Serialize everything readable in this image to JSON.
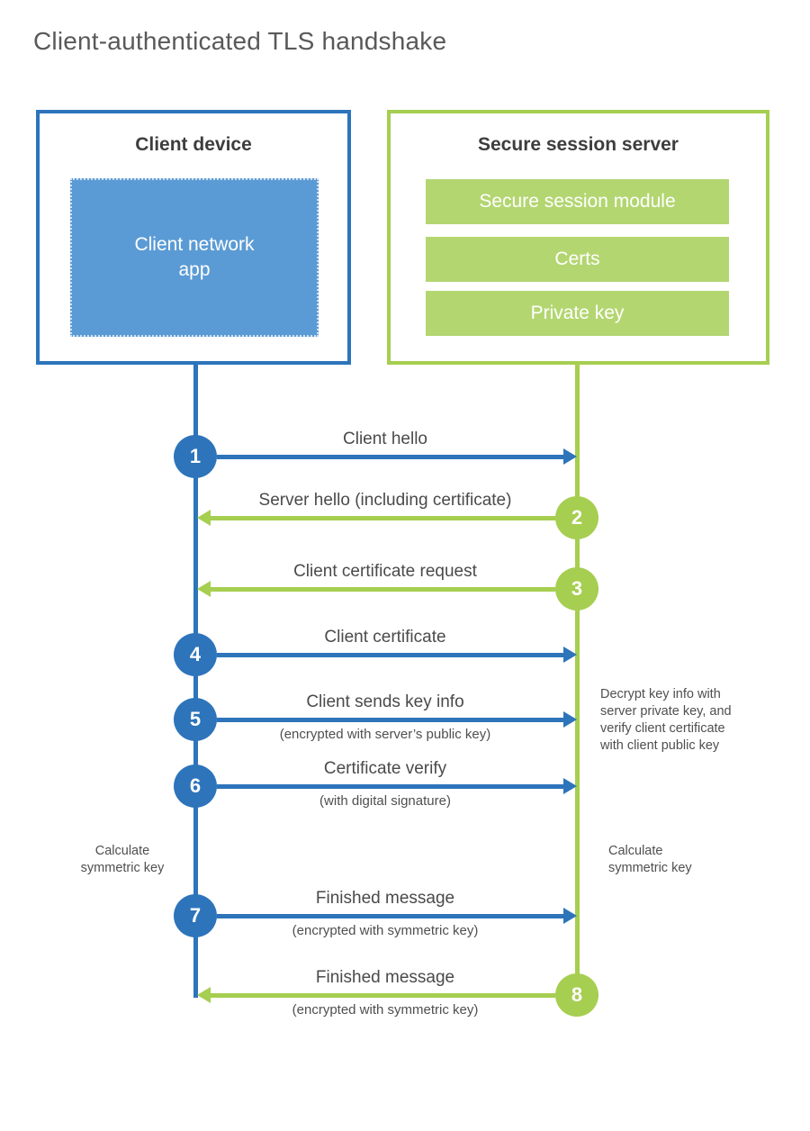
{
  "title": "Client-authenticated TLS handshake",
  "colors": {
    "blue": "#2d74bb",
    "blue_fill": "#5b9bd5",
    "green": "#a6ce50",
    "green_fill": "#b3d671",
    "heading_text": "#3d3d3d",
    "label_text": "#4a4a4a",
    "title_text": "#595959"
  },
  "client": {
    "title": "Client device",
    "app_label": "Client network\napp"
  },
  "server": {
    "title": "Secure session server",
    "modules": [
      "Secure session module",
      "Certs",
      "Private key"
    ]
  },
  "messages": [
    {
      "step": "1",
      "label": "Client hello",
      "sub": "",
      "direction": "client-to-server"
    },
    {
      "step": "2",
      "label": "Server hello (including certificate)",
      "sub": "",
      "direction": "server-to-client"
    },
    {
      "step": "3",
      "label": "Client certificate request",
      "sub": "",
      "direction": "server-to-client"
    },
    {
      "step": "4",
      "label": "Client certificate",
      "sub": "",
      "direction": "client-to-server"
    },
    {
      "step": "5",
      "label": "Client sends key info",
      "sub": "(encrypted with server’s public key)",
      "direction": "client-to-server"
    },
    {
      "step": "6",
      "label": "Certificate verify",
      "sub": "(with digital signature)",
      "direction": "client-to-server"
    },
    {
      "step": "7",
      "label": "Finished message",
      "sub": "(encrypted with symmetric key)",
      "direction": "client-to-server"
    },
    {
      "step": "8",
      "label": "Finished message",
      "sub": "(encrypted with symmetric key)",
      "direction": "server-to-client"
    }
  ],
  "notes": {
    "decrypt": "Decrypt key info with\nserver private key, and\nverify client certificate\nwith client public key",
    "calc_left": "Calculate\nsymmetric key",
    "calc_right": "Calculate\nsymmetric key"
  }
}
